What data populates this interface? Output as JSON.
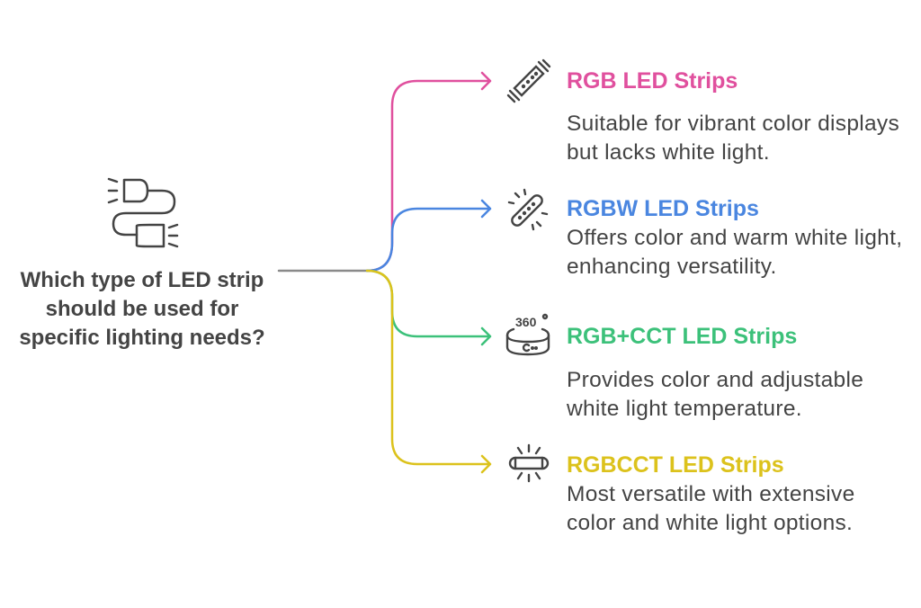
{
  "question": "Which type of LED strip should be used for specific lighting needs?",
  "colors": {
    "rgb": "#e0509e",
    "rgbw": "#4a86e0",
    "rgbcct_temp": "#3cc17a",
    "rgbcct": "#dcc21c",
    "stem": "#8a8a8a"
  },
  "options": [
    {
      "title": "RGB LED Strips",
      "description": "Suitable for vibrant color displays but lacks white light.",
      "icon": "led-strip-icon"
    },
    {
      "title": "RGBW LED Strips",
      "description": "Offers color and warm white light, enhancing versatility.",
      "icon": "glowing-led-strip-icon"
    },
    {
      "title": "RGB+CCT LED Strips",
      "description": "Provides color and adjustable white light temperature.",
      "icon": "360-strip-icon"
    },
    {
      "title": "RGBCCT LED Strips",
      "description": "Most versatile with extensive color and white light options.",
      "icon": "bright-tube-icon"
    }
  ]
}
